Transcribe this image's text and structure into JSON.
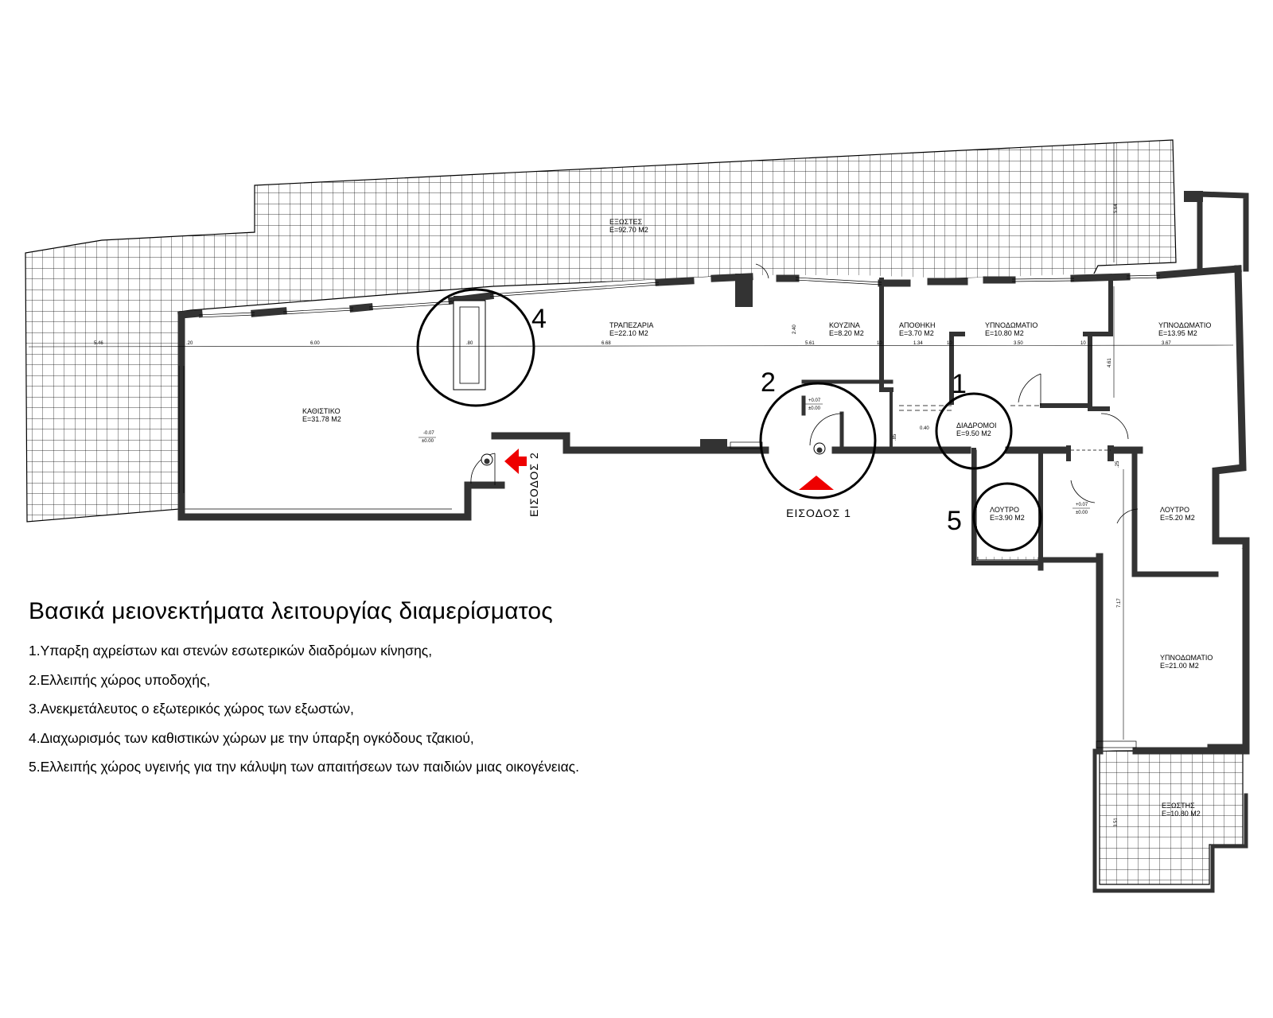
{
  "plan": {
    "rooms": {
      "balcony_main": {
        "name": "ΕΞΩΣΤΕΣ",
        "area": "Ε=92.70 Μ2"
      },
      "dining": {
        "name": "ΤΡΑΠΕΖΑΡΙΑ",
        "area": "Ε=22.10 Μ2"
      },
      "kitchen": {
        "name": "ΚΟΥΖΙΝΑ",
        "area": "Ε=8.20 Μ2"
      },
      "storage": {
        "name": "ΑΠΟΘΗΚΗ",
        "area": "Ε=3.70 Μ2"
      },
      "bedroom1": {
        "name": "ΥΠΝΟΔΩΜΑΤΙΟ",
        "area": "Ε=10.80 Μ2"
      },
      "bedroom2": {
        "name": "ΥΠΝΟΔΩΜΑΤΙΟ",
        "area": "Ε=13.95 Μ2"
      },
      "living": {
        "name": "ΚΑΘΙΣΤΙΚΟ",
        "area": "Ε=31.78 Μ2"
      },
      "corridor": {
        "name": "ΔΙΑΔΡΟΜΟΙ",
        "area": "Ε=9.50 Μ2"
      },
      "bath1": {
        "name": "ΛΟΥΤΡΟ",
        "area": "Ε=3.90 Μ2"
      },
      "bath2": {
        "name": "ΛΟΥΤΡΟ",
        "area": "Ε=5.20 Μ2"
      },
      "bedroom3": {
        "name": "ΥΠΝΟΔΩΜΑΤΙΟ",
        "area": "Ε=21.00 Μ2"
      },
      "balcony_small": {
        "name": "ΕΞΩΣΤΗΣ",
        "area": "Ε=10.80 Μ2"
      }
    },
    "entrances": {
      "entry1": "ΕΙΣΟΔΟΣ 1",
      "entry2": "ΕΙΣΟΔΟΣ 2"
    },
    "callouts": [
      "1",
      "2",
      "4",
      "5"
    ],
    "levels": {
      "living": "-0.07",
      "living_base": "±0.00",
      "entry": "+0.07",
      "entry_base": "±0.00",
      "hall": "+0.07",
      "hall_base": "±0.00"
    },
    "dimensions": {
      "d_546": "5.46",
      "d_20": ".20",
      "d_600": "6.00",
      "d_80": ".80",
      "d_668": "6.68",
      "d_561": "5.61",
      "d_10a": "10",
      "d_134": "1.34",
      "d_10b": "10",
      "d_350": "3.50",
      "d_10c": "10",
      "d_367": "3.67",
      "d_240": "2.40",
      "d_564": "5.64",
      "d_461": "4.61",
      "d_040": "0.40",
      "d_717": "7.17",
      "d_351": "3.51",
      "d_25": ".25",
      "d_85": ".85"
    },
    "colors": {
      "wall": "#333333",
      "arrow": "#ee0000",
      "grid": "#000000"
    }
  },
  "notes": {
    "title": "Βασικά μειονεκτήματα λειτουργίας διαμερίσματος",
    "items": [
      "1.Υπαρξη αχρείστων  και στενών εσωτερικών διαδρόμων κίνησης,",
      "2.Ελλειπής χώρος υποδοχής,",
      "3.Ανεκμετάλευτος ο εξωτερικός χώρος των εξωστών,",
      "4.Διαχωρισμός των καθιστικών χώρων με την ύπαρξη ογκόδους  τζακιού,",
      "5.Ελλειπής χώρος υγεινής για την κάλυψη των απαιτήσεων των παιδιών μιας οικογένειας."
    ]
  }
}
